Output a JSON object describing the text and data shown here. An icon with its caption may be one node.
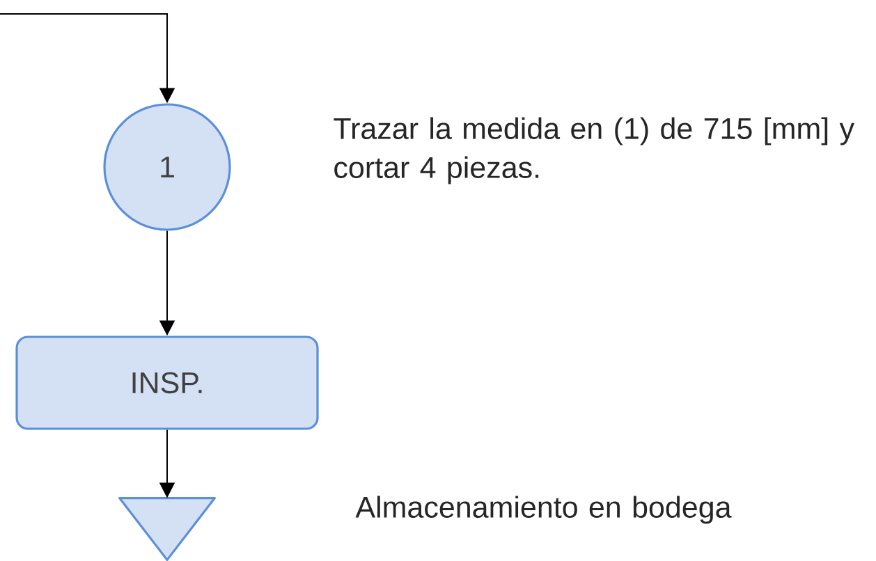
{
  "diagram": {
    "nodes": [
      {
        "text": [
          "1"
        ]
      },
      {
        "text": [
          "INSP."
        ]
      },
      {
        "text": [],
        "shape": "triangle"
      }
    ],
    "labels": [
      "Trazar la medida en (1) de 715 [mm] y cortar 4 piezas.",
      "Almacenamiento en bodega"
    ],
    "edges": [
      {
        "from": null,
        "to": 0,
        "arrow": "to"
      },
      {
        "from": 0,
        "to": 1,
        "arrow": "to"
      },
      {
        "from": 1,
        "to": 2,
        "arrow": "to"
      }
    ]
  }
}
